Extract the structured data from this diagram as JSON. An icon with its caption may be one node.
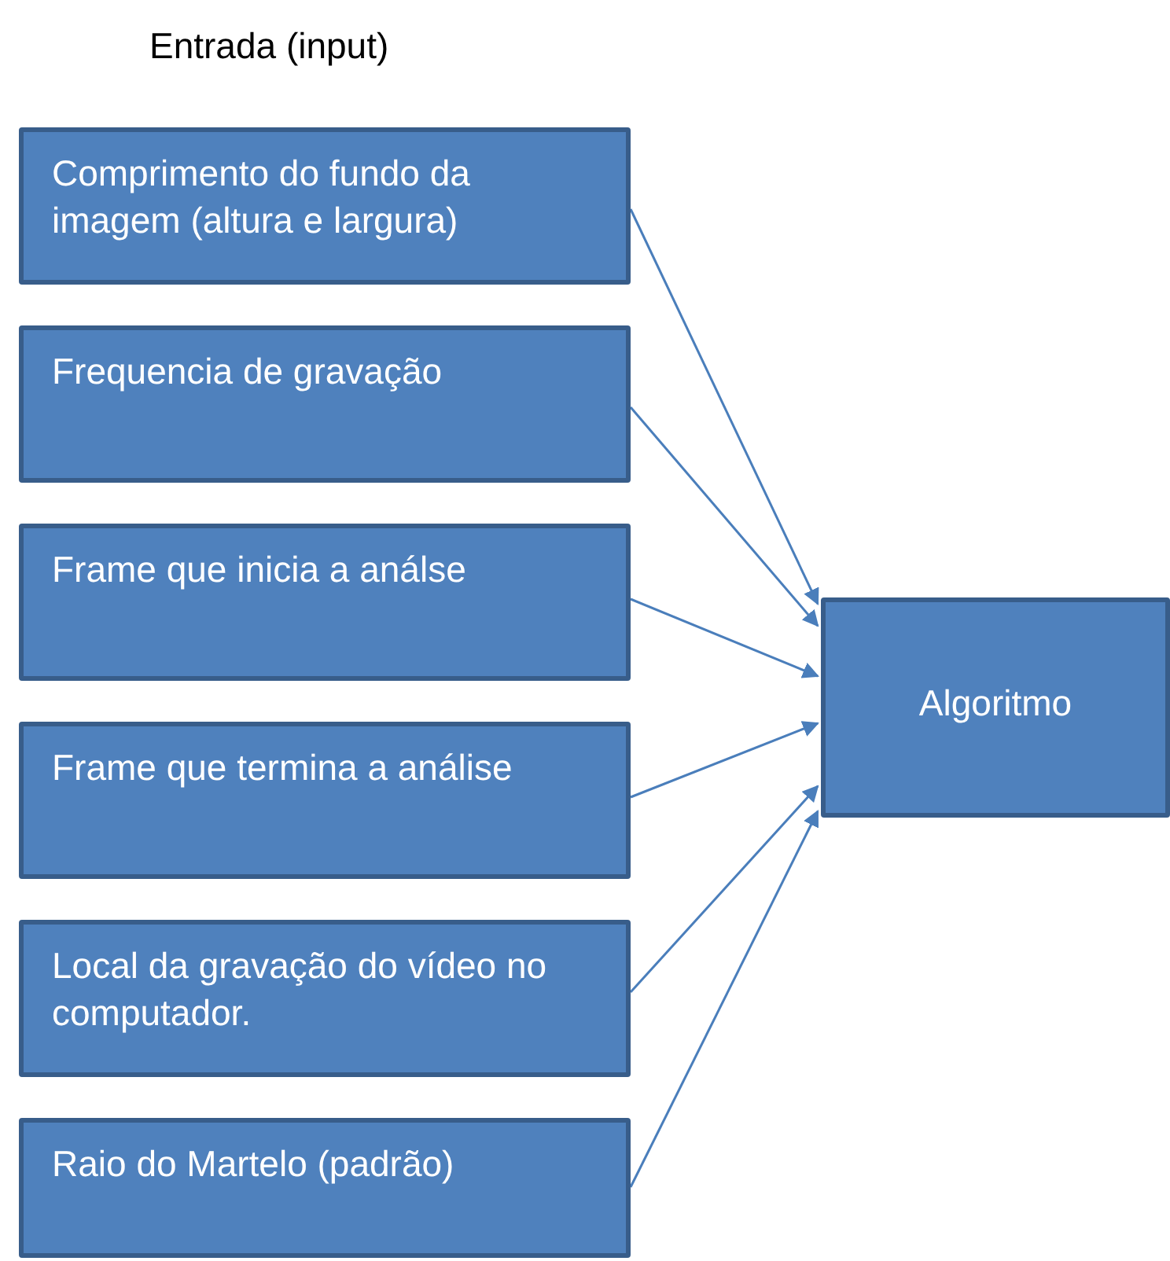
{
  "diagram": {
    "title": "Entrada (input)",
    "nodes": [
      {
        "text": [
          "Comprimento do fundo da imagem (altura e largura)"
        ]
      },
      {
        "text": [
          "Frequencia de gravação"
        ]
      },
      {
        "text": [
          "Frame que inicia a análse"
        ]
      },
      {
        "text": [
          "Frame que termina a análise"
        ]
      },
      {
        "text": [
          "Local da gravação do vídeo no computador."
        ]
      },
      {
        "text": [
          "Raio do Martelo (padrão)"
        ]
      },
      {
        "text": [
          "Algoritmo"
        ]
      }
    ],
    "edges": [
      {
        "from": 0,
        "to": 6,
        "arrow": "to"
      },
      {
        "from": 1,
        "to": 6,
        "arrow": "to"
      },
      {
        "from": 2,
        "to": 6,
        "arrow": "to"
      },
      {
        "from": 3,
        "to": 6,
        "arrow": "to"
      },
      {
        "from": 4,
        "to": 6,
        "arrow": "to"
      },
      {
        "from": 5,
        "to": 6,
        "arrow": "to"
      }
    ]
  }
}
